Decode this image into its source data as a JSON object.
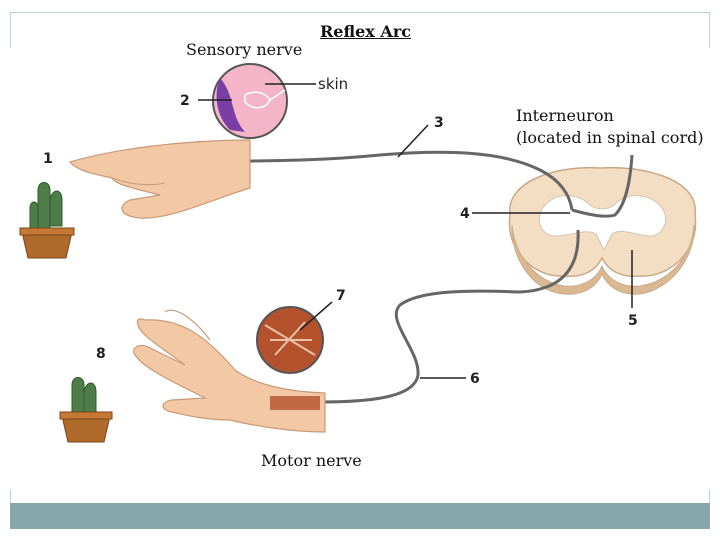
{
  "title": "Reflex Arc",
  "labels": {
    "sensory_nerve": "Sensory nerve",
    "interneuron_line1": "Interneuron",
    "interneuron_line2": "(located in spinal cord)",
    "motor_nerve": "Motor nerve",
    "skin": "skin"
  },
  "callouts": [
    "1",
    "2",
    "3",
    "4",
    "5",
    "6",
    "7",
    "8"
  ],
  "colors": {
    "frame": "#bcd3d3",
    "footer": "#86a8ab",
    "nerve": "#666666",
    "skin_tone": "#f2c9a4",
    "cactus": "#4f7d4a",
    "pot": "#b06a2c",
    "spinal_cord": "#f3ddc3",
    "muscle": "#b3522d",
    "skin_circle": "#d6608a"
  }
}
